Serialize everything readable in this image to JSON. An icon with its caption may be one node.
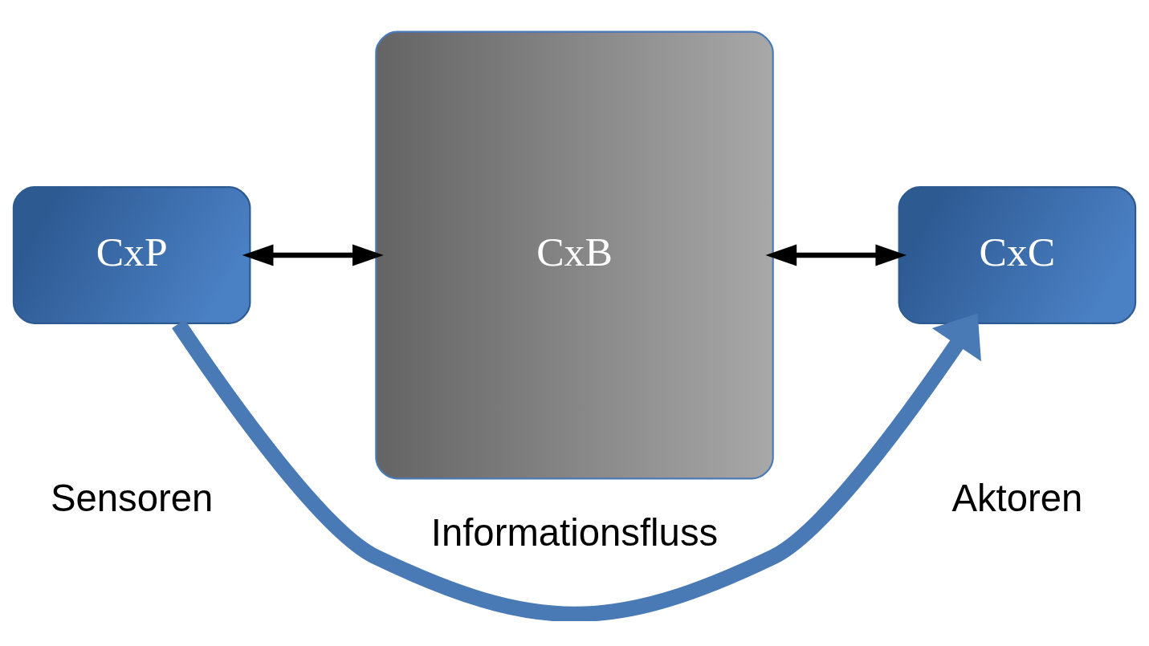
{
  "diagram": {
    "nodes": [
      {
        "text": [
          "CxP"
        ]
      },
      {
        "text": [
          "CxB"
        ]
      },
      {
        "text": [
          "CxC"
        ]
      }
    ],
    "edges": [
      {
        "from": 0,
        "to": 1,
        "arrow": "both"
      },
      {
        "from": 1,
        "to": 2,
        "arrow": "both"
      },
      {
        "from": 0,
        "to": 2,
        "arrow": "to",
        "label": "Informationsfluss",
        "style": "thick",
        "color": "#4a7ab5"
      }
    ],
    "labels": [
      "Sensoren",
      "Aktoren"
    ]
  }
}
